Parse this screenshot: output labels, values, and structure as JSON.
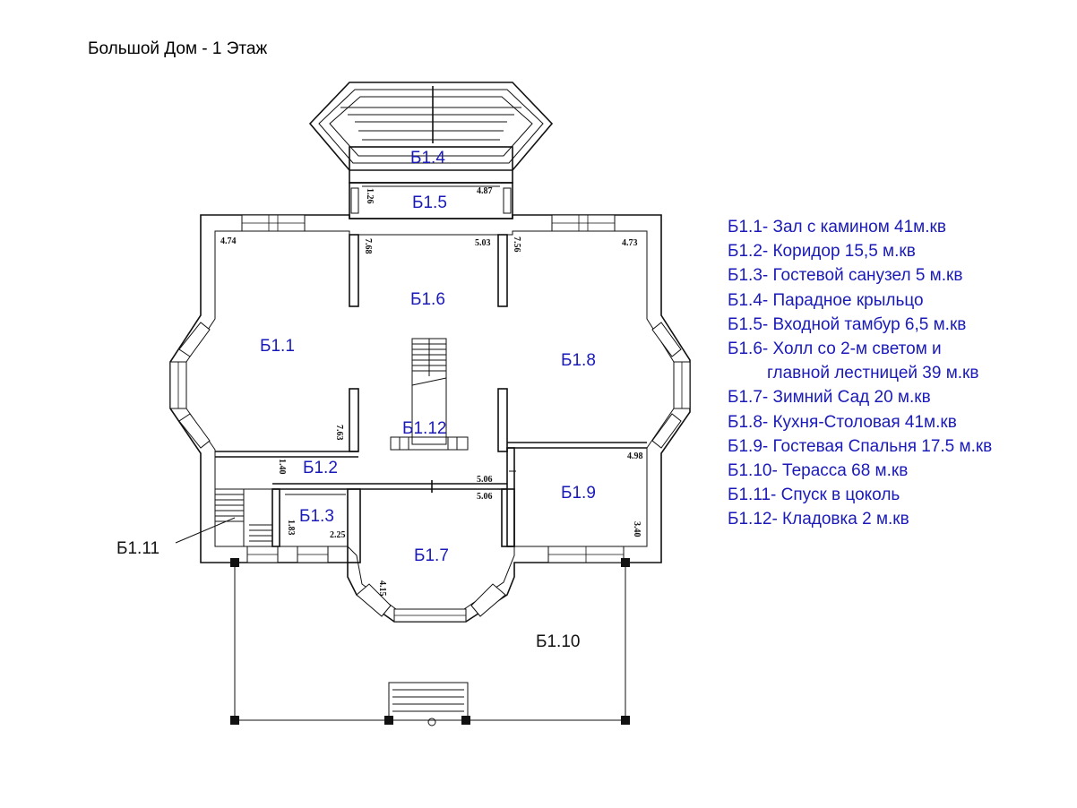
{
  "title": "Большой Дом - 1 Этаж",
  "rooms": {
    "b1_1": "Б1.1",
    "b1_2": "Б1.2",
    "b1_3": "Б1.3",
    "b1_4": "Б1.4",
    "b1_5": "Б1.5",
    "b1_6": "Б1.6",
    "b1_7": "Б1.7",
    "b1_8": "Б1.8",
    "b1_9": "Б1.9",
    "b1_10": "Б1.10",
    "b1_11": "Б1.11",
    "b1_12": "Б1.12"
  },
  "dimensions": {
    "d_4_74": "4.74",
    "d_7_68": "7.68",
    "d_5_03": "5.03",
    "d_7_56": "7.56",
    "d_4_73": "4.73",
    "d_1_26": "1.26",
    "d_4_87": "4.87",
    "d_7_63": "7.63",
    "d_1_40": "1.40",
    "d_5_06a": "5.06",
    "d_5_06b": "5.06",
    "d_4_98": "4.98",
    "d_3_40": "3.40",
    "d_1_83": "1.83",
    "d_2_25": "2.25",
    "d_4_15": "4.15"
  },
  "legend": [
    "Б1.1- Зал с камином 41м.кв",
    "Б1.2- Коридор 15,5 м.кв",
    "Б1.3- Гостевой санузел 5 м.кв",
    "Б1.4- Парадное крыльцо",
    "Б1.5- Входной тамбур 6,5 м.кв",
    "Б1.6- Холл со 2-м светом и",
    "главной лестницей 39 м.кв",
    "Б1.7- Зимний Сад 20 м.кв",
    "Б1.8- Кухня-Столовая 41м.кв",
    "Б1.9- Гостевая Спальня 17.5 м.кв",
    "Б1.10- Терасса 68 м.кв",
    "Б1.11- Спуск в цоколь",
    "Б1.12- Кладовка 2 м.кв"
  ],
  "colors": {
    "label_blue": "#1a1ab8",
    "line": "#111111"
  }
}
